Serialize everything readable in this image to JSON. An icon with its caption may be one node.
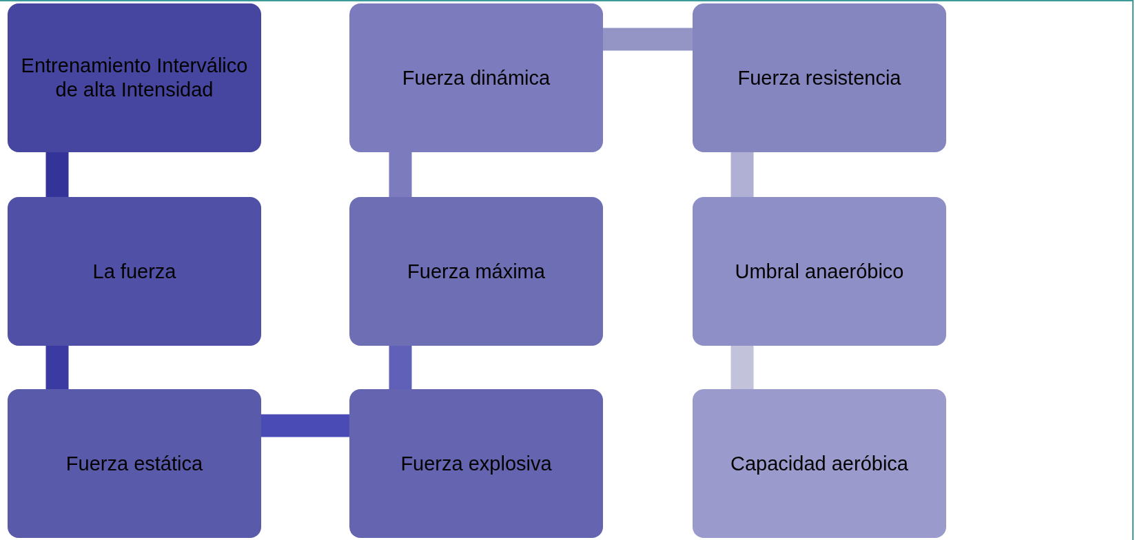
{
  "diagram": {
    "nodes": [
      {
        "text": [
          "Entrenamiento Interválico de alta Intensidad"
        ]
      },
      {
        "text": [
          "La fuerza"
        ]
      },
      {
        "text": [
          "Fuerza estática"
        ]
      },
      {
        "text": [
          "Fuerza explosiva"
        ]
      },
      {
        "text": [
          "Fuerza máxima"
        ]
      },
      {
        "text": [
          "Fuerza dinámica"
        ]
      },
      {
        "text": [
          "Fuerza resistencia"
        ]
      },
      {
        "text": [
          "Umbral anaeróbico"
        ]
      },
      {
        "text": [
          "Capacidad aeróbica"
        ]
      }
    ],
    "edges": [
      {
        "from": 0,
        "to": 1,
        "arrow": "none",
        "color": "#33339a"
      },
      {
        "from": 1,
        "to": 2,
        "arrow": "none",
        "color": "#3a3aa2"
      },
      {
        "from": 2,
        "to": 3,
        "arrow": "none",
        "color": "#4b4bb5"
      },
      {
        "from": 3,
        "to": 4,
        "arrow": "none",
        "color": "#6060b8"
      },
      {
        "from": 4,
        "to": 5,
        "arrow": "none",
        "color": "#7b7bbd"
      },
      {
        "from": 5,
        "to": 6,
        "arrow": "none",
        "color": "#9595c5"
      },
      {
        "from": 6,
        "to": 7,
        "arrow": "none",
        "color": "#b0b0d5"
      },
      {
        "from": 7,
        "to": 8,
        "arrow": "none",
        "color": "#c2c2da"
      }
    ]
  }
}
